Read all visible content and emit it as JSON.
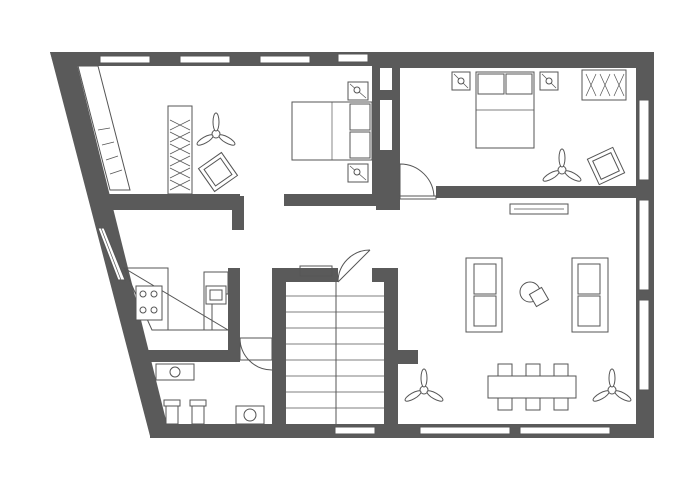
{
  "plan": {
    "labels": [],
    "colors": {
      "wall": "#5a5a5a",
      "line": "#555555",
      "furniture_fill": "#e6e6e6",
      "background": "#ffffff"
    },
    "rooms": [
      "bedroom-1",
      "bedroom-2",
      "kitchen",
      "bathroom",
      "stairwell",
      "living-dining-room"
    ],
    "icons": [
      "bed-icon",
      "ceiling-fan-icon",
      "armchair-icon",
      "sofa-icon",
      "dining-table-icon",
      "toilet-icon",
      "sink-icon",
      "stove-icon",
      "wardrobe-icon",
      "door-swing-icon"
    ]
  }
}
